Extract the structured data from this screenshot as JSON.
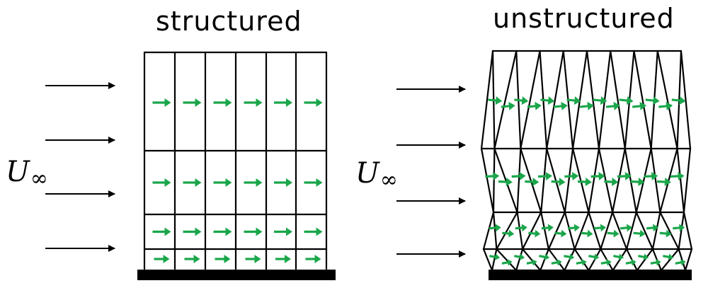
{
  "titles": {
    "structured": "structured",
    "unstructured": "unstructured"
  },
  "freestream_label": {
    "symbol": "U",
    "subscript": "∞"
  },
  "colors": {
    "mesh": "#000000",
    "velocity_arrow": "#1aa64a",
    "inflow_arrow": "#000000",
    "wall": "#000000"
  }
}
